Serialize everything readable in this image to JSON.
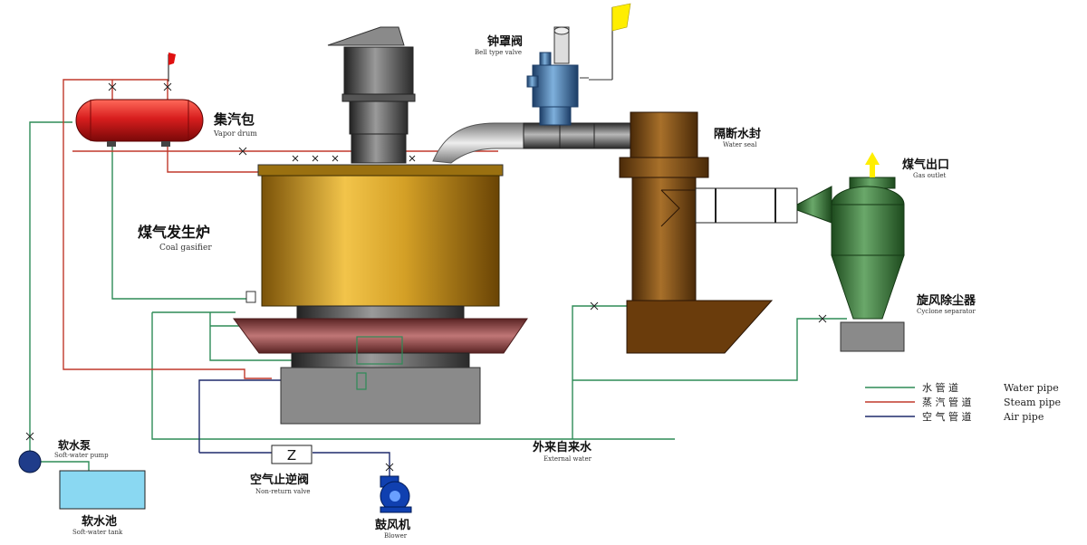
{
  "labels": {
    "bell_valve": {
      "zh": "钟罩阀",
      "en": "Bell type valve"
    },
    "vapor_drum": {
      "zh": "集汽包",
      "en": "Vapor drum"
    },
    "water_seal": {
      "zh": "隔断水封",
      "en": "Water seal"
    },
    "gas_outlet": {
      "zh": "煤气出口",
      "en": "Gas outlet"
    },
    "coal_gasifier": {
      "zh": "煤气发生炉",
      "en": "Coal gasifier"
    },
    "cyclone": {
      "zh": "旋风除尘器",
      "en": "Cyclone separator"
    },
    "external_water": {
      "zh": "外来自来水",
      "en": "External water"
    },
    "soft_water_pump": {
      "zh": "软水泵",
      "en": "Soft-water pump"
    },
    "soft_water_tank": {
      "zh": "软水池",
      "en": "Soft-water tank"
    },
    "non_return_valve": {
      "zh": "空气止逆阀",
      "en": "Non-return valve",
      "symbol": "Z"
    },
    "blower": {
      "zh": "鼓风机",
      "en": "Blower"
    }
  },
  "legend": [
    {
      "zh": "水 管 道",
      "en": "Water pipe",
      "color": "#2e8b57"
    },
    {
      "zh": "蒸 汽 管 道",
      "en": "Steam pipe",
      "color": "#c0392b"
    },
    {
      "zh": "空 气 管 道",
      "en": "Air pipe",
      "color": "#1f2a6b"
    }
  ],
  "colors": {
    "water_pipe": "#2e8b57",
    "steam_pipe": "#c0392b",
    "air_pipe": "#1f2a6b",
    "vapor_drum": "#d42a2a",
    "gasifier_body": "#c8941a",
    "water_seal": "#7a4a14",
    "cyclone": "#3b7a3a",
    "bell_valve": "#3a74a8",
    "flag_red": "#e01010",
    "flag_yellow": "#ffee00",
    "blower": "#1040b0"
  }
}
